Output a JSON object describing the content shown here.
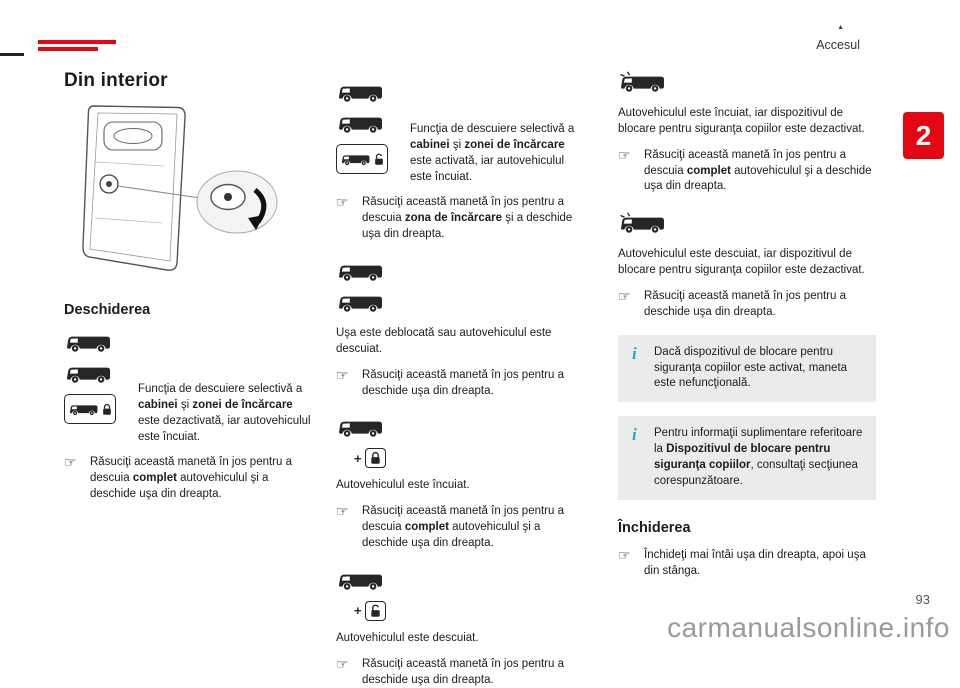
{
  "header": {
    "section_label": "Accesul",
    "chapter_number": "2",
    "nav_marker": "▲"
  },
  "title": "Din interior",
  "glyphs": {
    "pointer": "☞",
    "info": "i",
    "plus": "+"
  },
  "colors": {
    "accent_red": "#e30613",
    "info_cyan": "#2aa8c8",
    "text": "#1c1c1c",
    "info_bg": "#ebebeb",
    "watermark_gray": "#969b9e"
  },
  "opening": {
    "heading": "Deschiderea",
    "intro": {
      "seg1": "Funcţia de descuiere selectivă a ",
      "bold1": "cabinei",
      "seg2": " şi ",
      "bold2": "zonei de încărcare",
      "seg3": " este dezactivată, iar autovehiculul este încuiat."
    },
    "bullet": {
      "seg1": "Răsuciţi această manetă în jos pentru a descuia ",
      "bold1": "complet",
      "seg2": " autovehiculul şi a deschide uşa din dreapta."
    }
  },
  "middle": {
    "intro": {
      "seg1": "Funcţia de descuiere selectivă a ",
      "bold1": "cabinei",
      "seg2": " şi ",
      "bold2": "zonei de încărcare",
      "seg3": " este activată, iar autovehiculul este încuiat."
    },
    "bullet1": {
      "seg1": "Răsuciţi această manetă în jos pentru a descuia ",
      "bold1": "zona de încărcare",
      "seg2": " şi a deschide uşa din dreapta."
    },
    "text2": "Uşa este deblocată sau autovehiculul este descuiat.",
    "bullet2": "Răsuciţi această manetă în jos pentru a deschide uşa din dreapta.",
    "text3": "Autovehiculul este încuiat.",
    "bullet3": {
      "seg1": "Răsuciţi această manetă în jos pentru a descuia ",
      "bold1": "complet",
      "seg2": " autovehiculul şi a deschide uşa din dreapta."
    },
    "text4": "Autovehiculul este descuiat.",
    "bullet4": "Răsuciţi această manetă în jos pentru a deschide uşa din dreapta."
  },
  "right": {
    "text1": "Autovehiculul este încuiat, iar dispozitivul de blocare pentru siguranţa copiilor este dezactivat.",
    "bullet1": {
      "seg1": "Răsuciţi această manetă în jos pentru a descuia ",
      "bold1": "complet",
      "seg2": " autovehiculul şi a deschide uşa din dreapta."
    },
    "text2": "Autovehiculul este descuiat, iar dispozitivul de blocare pentru siguranţa copiilor este dezactivat.",
    "bullet2": "Răsuciţi această manetă în jos pentru a deschide uşa din dreapta.",
    "info1": "Dacă dispozitivul de blocare pentru siguranţa copiilor este activat, maneta este nefuncţională.",
    "info2": {
      "seg1": "Pentru informaţii suplimentare referitoare la ",
      "bold1": "Dispozitivul de blocare pentru siguranţa copiilor",
      "seg2": ", consultaţi secţiunea corespunzătoare."
    },
    "closing": {
      "heading": "Închiderea",
      "bullet": "Închideţi mai întâi uşa din dreapta, apoi uşa din stânga."
    }
  },
  "footer": {
    "page_number": "93",
    "watermark": "carmanualsonline.info"
  }
}
